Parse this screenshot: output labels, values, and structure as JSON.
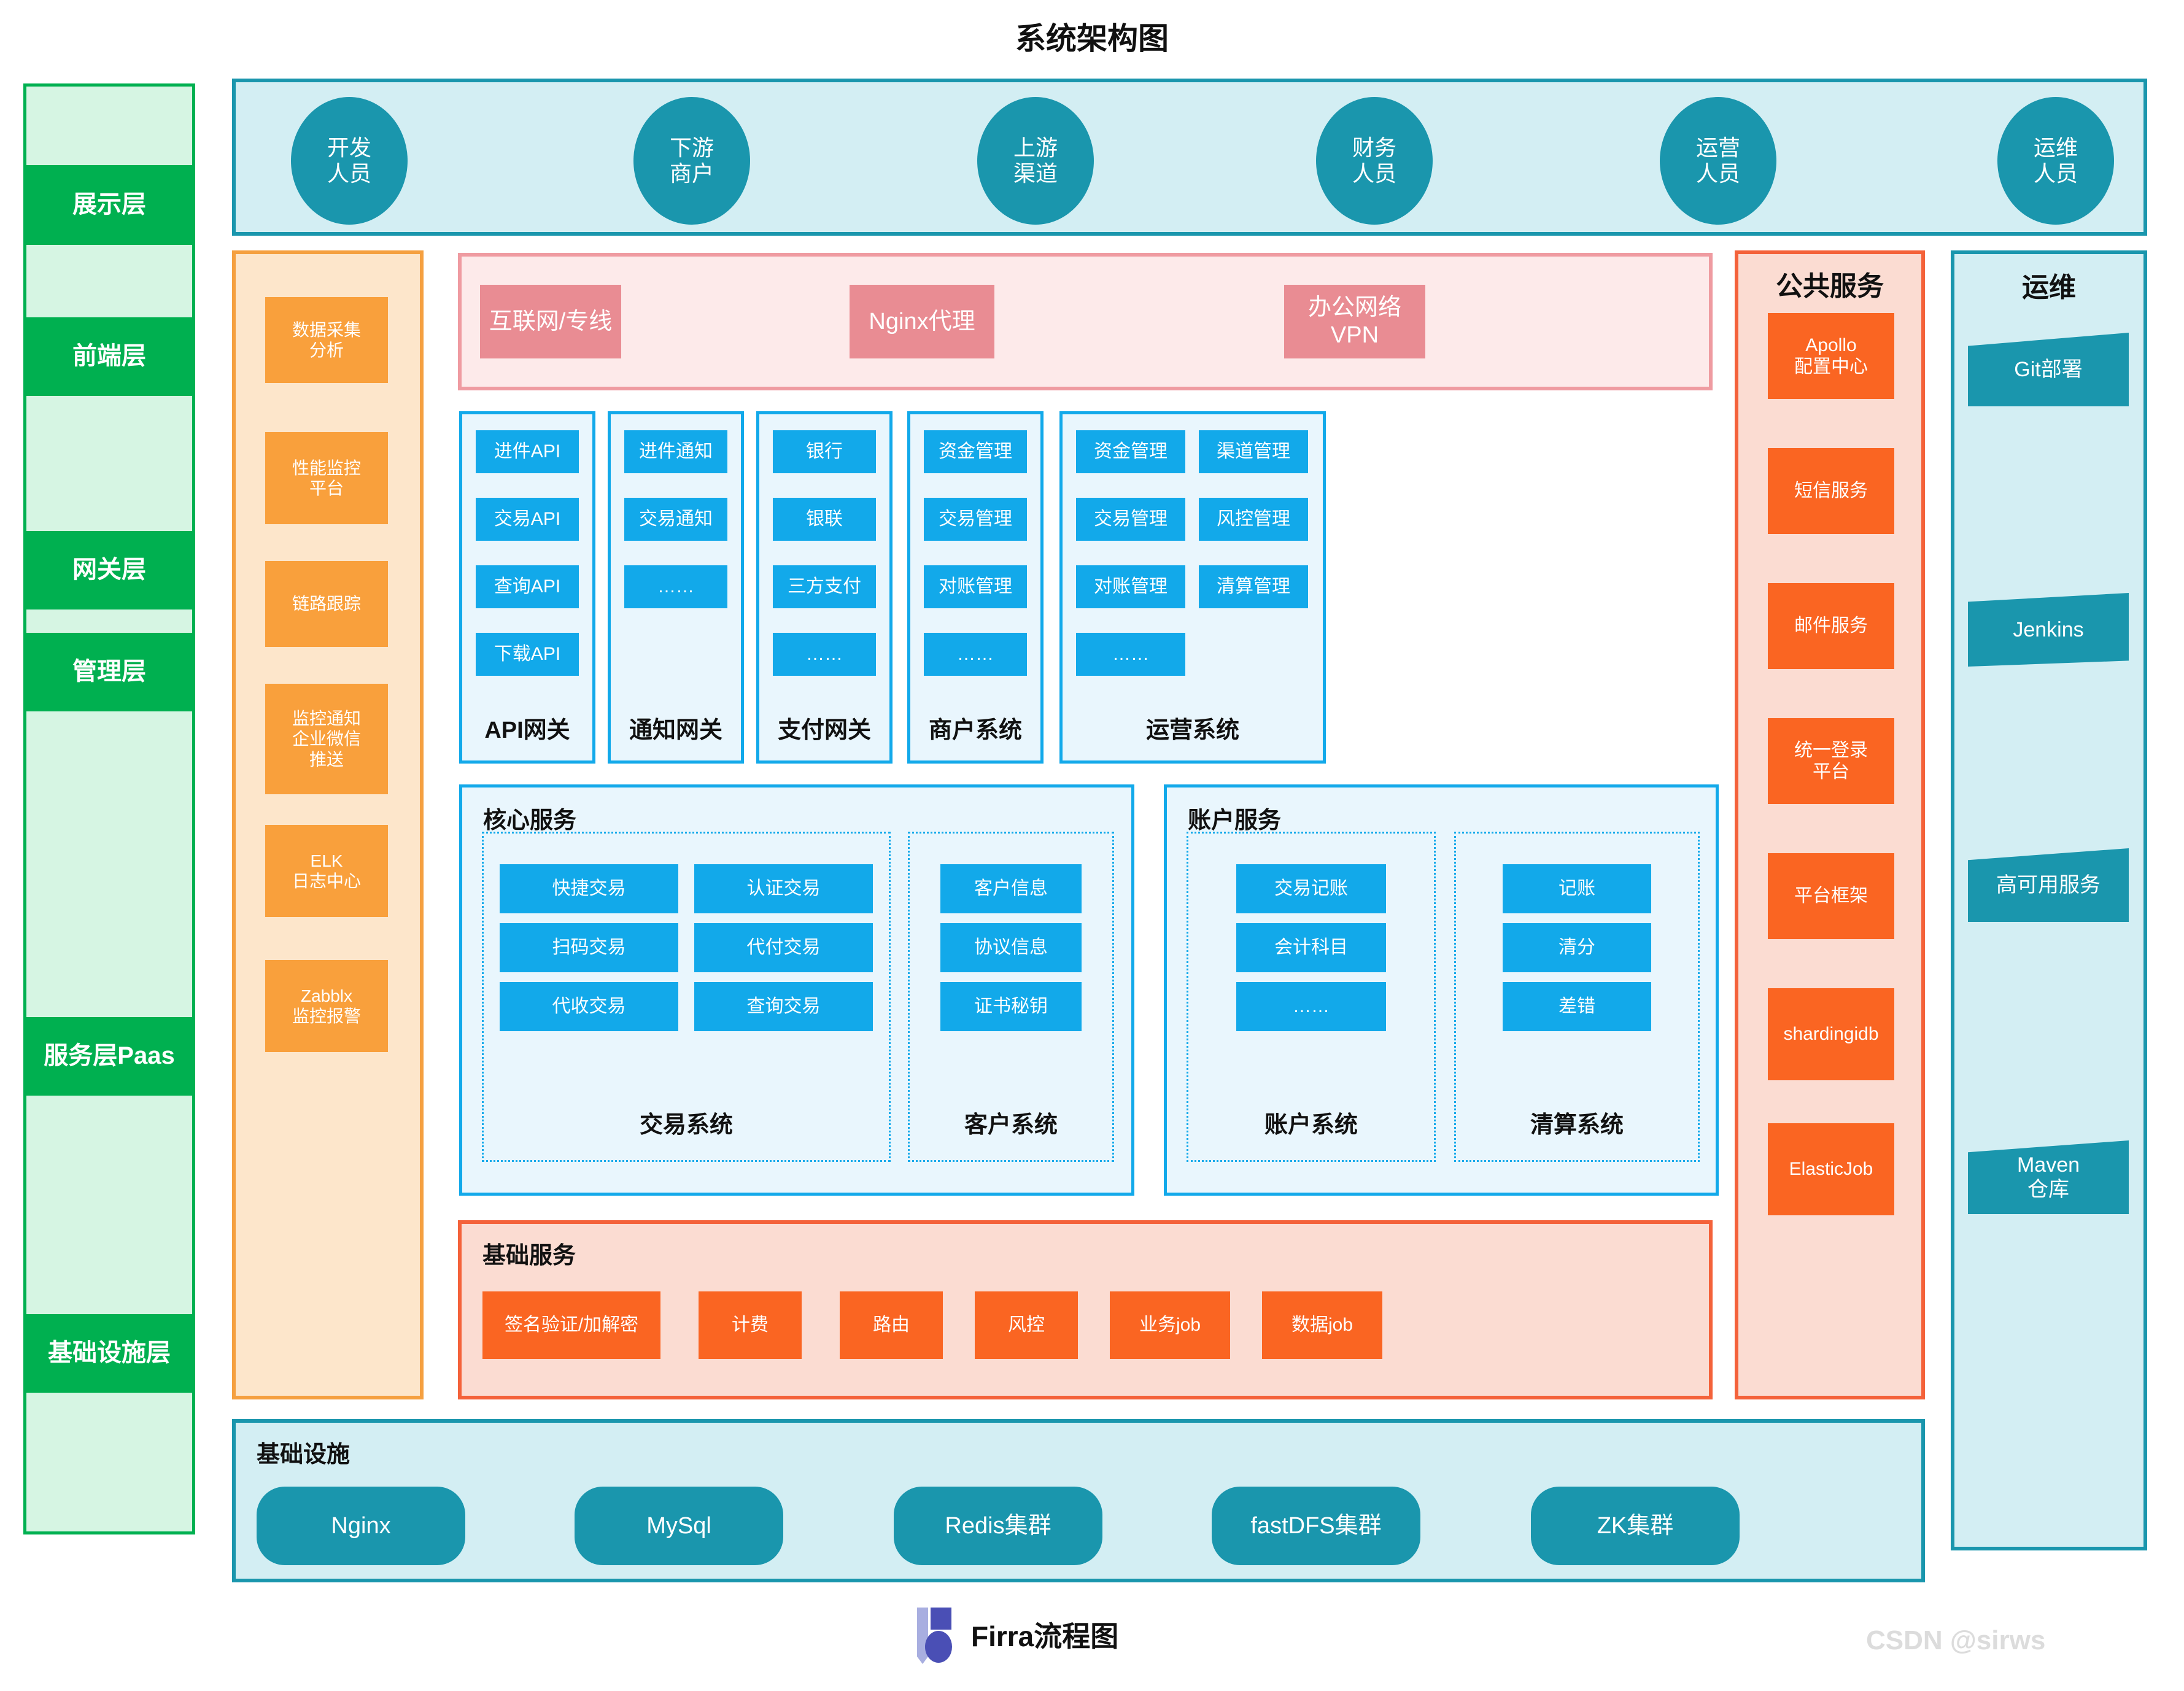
{
  "title": "系统架构图",
  "layers": [
    {
      "label": "展示层"
    },
    {
      "label": "前端层"
    },
    {
      "label": "网关层"
    },
    {
      "label": "管理层"
    },
    {
      "label": "服务层Paas"
    },
    {
      "label": "基础设施层"
    }
  ],
  "actors": [
    {
      "label": "开发\n人员"
    },
    {
      "label": "下游\n商户"
    },
    {
      "label": "上游\n渠道"
    },
    {
      "label": "财务\n人员"
    },
    {
      "label": "运营\n人员"
    },
    {
      "label": "运维\n人员"
    }
  ],
  "monitoring": [
    {
      "label": "数据采集\n分析"
    },
    {
      "label": "性能监控\n平台"
    },
    {
      "label": "链路跟踪"
    },
    {
      "label": "监控通知\n企业微信\n推送"
    },
    {
      "label": "ELK\n日志中心"
    },
    {
      "label": "Zabblx\n监控报警"
    }
  ],
  "network": [
    {
      "label": "互联网/专线"
    },
    {
      "label": "Nginx代理"
    },
    {
      "label": "办公网络VPN"
    }
  ],
  "gateways": [
    {
      "name": "API网关",
      "items": [
        "进件API",
        "交易API",
        "查询API",
        "下载API"
      ]
    },
    {
      "name": "通知网关",
      "items": [
        "进件通知",
        "交易通知",
        "……"
      ]
    },
    {
      "name": "支付网关",
      "items": [
        "银行",
        "银联",
        "三方支付",
        "……"
      ]
    },
    {
      "name": "商户系统",
      "items": [
        "资金管理",
        "交易管理",
        "对账管理",
        "……"
      ]
    },
    {
      "name": "运营系统",
      "items_left": [
        "资金管理",
        "交易管理",
        "对账管理",
        "……"
      ],
      "items_right": [
        "渠道管理",
        "风控管理",
        "清算管理"
      ]
    }
  ],
  "core_services": {
    "title": "核心服务",
    "groups": [
      {
        "name": "交易系统",
        "items": [
          "快捷交易",
          "认证交易",
          "扫码交易",
          "代付交易",
          "代收交易",
          "查询交易"
        ]
      },
      {
        "name": "客户系统",
        "items": [
          "客户信息",
          "协议信息",
          "证书秘钥"
        ]
      }
    ]
  },
  "account_services": {
    "title": "账户服务",
    "groups": [
      {
        "name": "账户系统",
        "items": [
          "交易记账",
          "会计科目",
          "……"
        ]
      },
      {
        "name": "清算系统",
        "items": [
          "记账",
          "清分",
          "差错"
        ]
      }
    ]
  },
  "basic_services": {
    "title": "基础服务",
    "items": [
      "签名验证/加解密",
      "计费",
      "路由",
      "风控",
      "业务job",
      "数据job"
    ]
  },
  "public_services": {
    "title": "公共服务",
    "items": [
      "Apollo\n配置中心",
      "短信服务",
      "邮件服务",
      "统一登录\n平台",
      "平台框架",
      "shardingidb",
      "ElasticJob"
    ]
  },
  "devops": {
    "title": "运维",
    "items": [
      "Git部署",
      "Jenkins",
      "高可用服务",
      "Maven\n仓库"
    ]
  },
  "infrastructure": {
    "title": "基础设施",
    "items": [
      "Nginx",
      "MySql",
      "Redis集群",
      "fastDFS集群",
      "ZK集群"
    ]
  },
  "footer": {
    "brand": "Firra流程图",
    "watermark": "CSDN @sirws"
  },
  "colors": {
    "green": "#00b050",
    "green_light": "#d6f5e3",
    "teal": "#1a96ad",
    "teal_light": "#d3eef3",
    "orange": "#f9a03c",
    "orange_light": "#fde6cb",
    "pink": "#e98c93",
    "pink_light": "#fdeaea",
    "blue": "#12a9ea",
    "blue_light": "#e9f6fd",
    "red_orange": "#fa6522",
    "red_orange_light": "#fbdcd2"
  }
}
